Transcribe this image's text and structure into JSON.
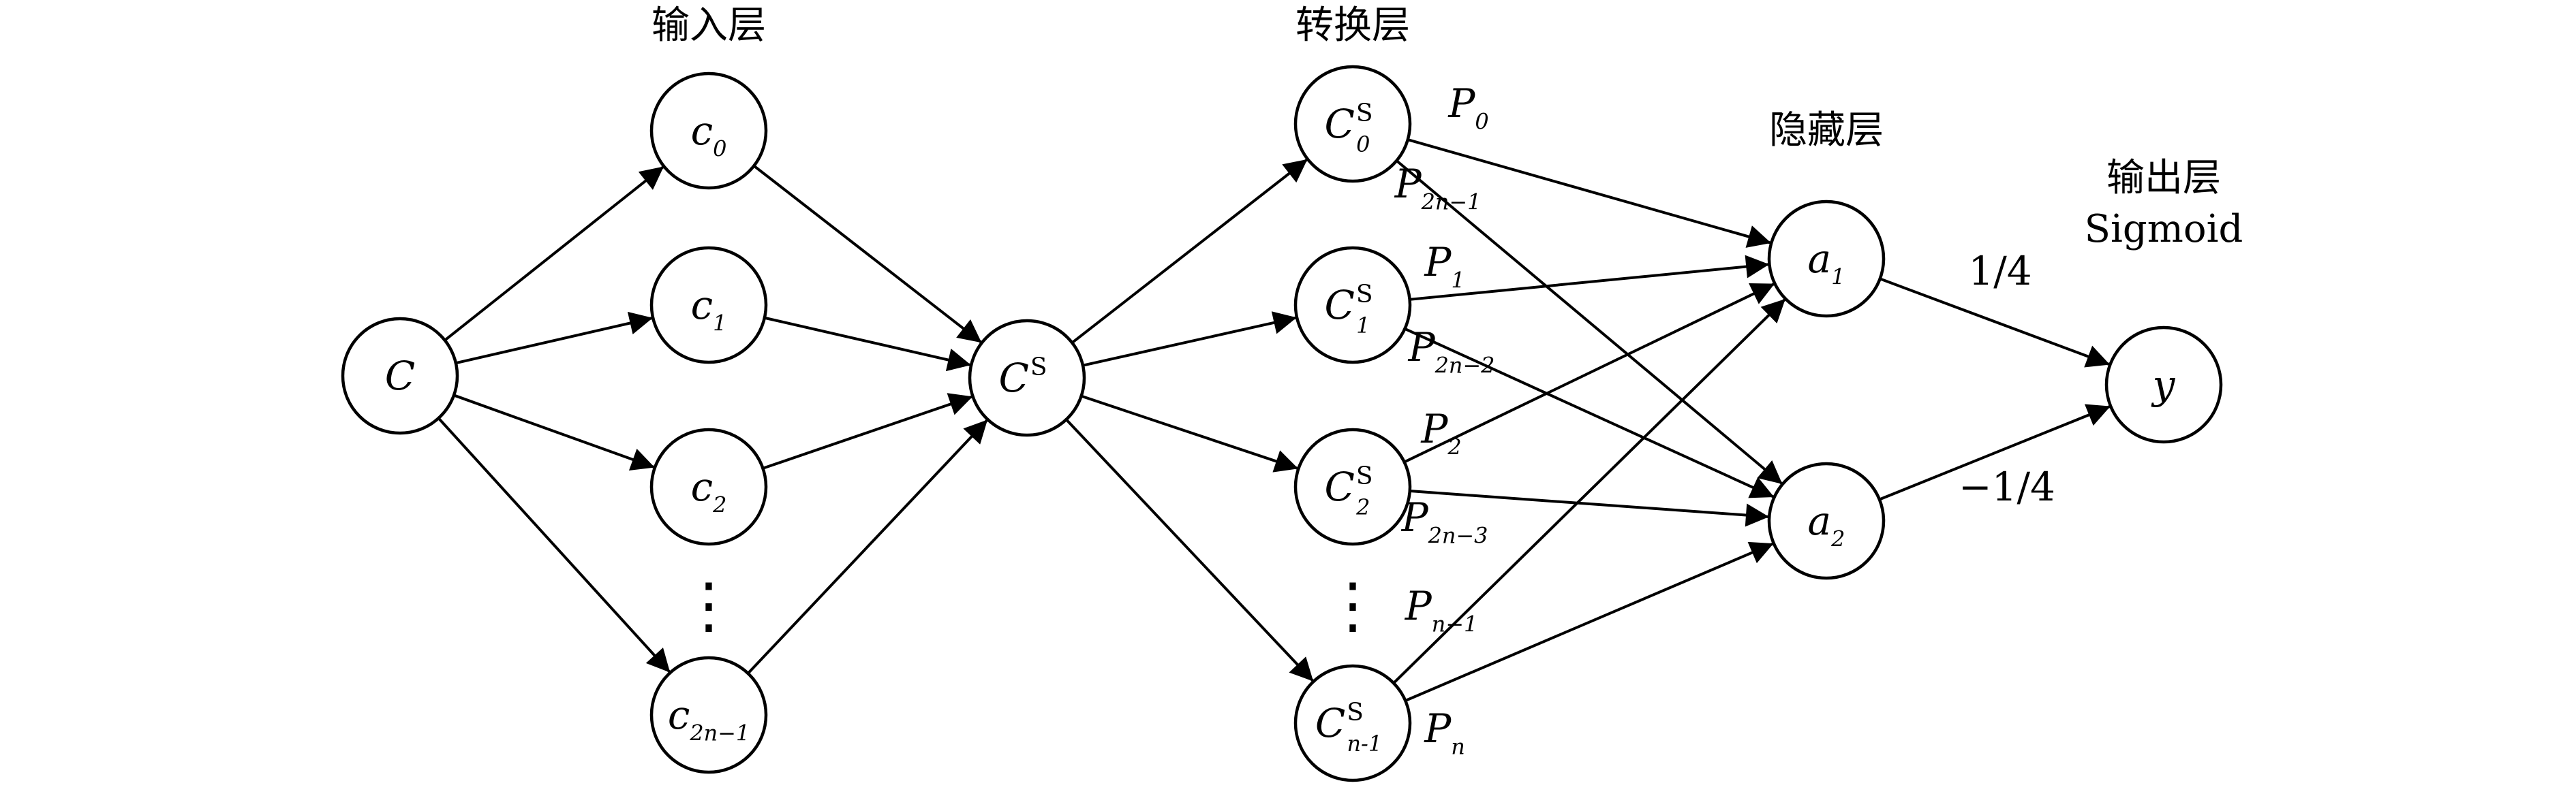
{
  "layers": {
    "input": "输入层",
    "transform": "转换层",
    "hidden": "隐藏层",
    "output": "输出层",
    "activation": "Sigmoid"
  },
  "nodes": {
    "C": {
      "base": "C"
    },
    "c0": {
      "base": "c",
      "sub": "0"
    },
    "c1": {
      "base": "c",
      "sub": "1"
    },
    "c2": {
      "base": "c",
      "sub": "2"
    },
    "c2n1": {
      "base": "c",
      "sub": "2n−1"
    },
    "CS": {
      "base": "C",
      "sup": "S"
    },
    "CS0": {
      "base": "C",
      "sup": "S",
      "sub": "0"
    },
    "CS1": {
      "base": "C",
      "sup": "S",
      "sub": "1"
    },
    "CS2": {
      "base": "C",
      "sup": "S",
      "sub": "2"
    },
    "CSn1": {
      "base": "C",
      "sup": "S",
      "sub": "n-1"
    },
    "a1": {
      "base": "a",
      "sub": "1"
    },
    "a2": {
      "base": "a",
      "sub": "2"
    },
    "y": {
      "base": "y"
    }
  },
  "ellipsis": "⋮",
  "edge_labels": {
    "P0": {
      "base": "P",
      "sub": "0"
    },
    "P2n1": {
      "base": "P",
      "sub": "2n−1"
    },
    "P1": {
      "base": "P",
      "sub": "1"
    },
    "P2n2": {
      "base": "P",
      "sub": "2n−2"
    },
    "P2": {
      "base": "P",
      "sub": "2"
    },
    "P2n3": {
      "base": "P",
      "sub": "2n−3"
    },
    "Pn1": {
      "base": "P",
      "sub": "n−1"
    },
    "Pn": {
      "base": "P",
      "sub": "n"
    },
    "w1": "1/4",
    "w2": "−1/4"
  }
}
